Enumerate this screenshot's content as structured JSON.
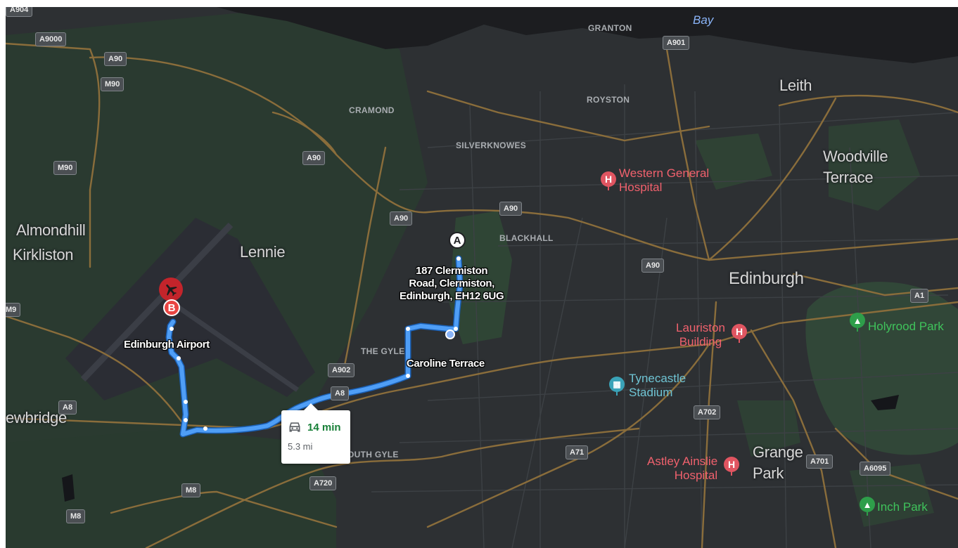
{
  "map": {
    "places": {
      "leith": "Leith",
      "woodville": "Woodville\nTerrace",
      "almondhill": "Almondhill",
      "kirkliston": "Kirkliston",
      "lennie": "Lennie",
      "edinburgh": "Edinburgh",
      "grange_park": "Grange\nPark",
      "newbridge": "ewbridge"
    },
    "districts": {
      "granton": "GRANTON",
      "royston": "ROYSTON",
      "cramond": "CRAMOND",
      "silverknowes": "SILVERKNOWES",
      "blackhall": "BLACKHALL",
      "the_gyle": "THE GYLE",
      "south_gyle": "OUTH GYLE"
    },
    "water": {
      "bay": "Bay"
    },
    "pois": {
      "western_general": "Western General\nHospital",
      "lauriston": "Lauriston\nBuilding",
      "astley_ainslie": "Astley Ainslie\nHospital",
      "tynecastle": "Tynecastle\nStadium",
      "holyrood": "Holyrood Park",
      "inch_park": "Inch Park"
    },
    "roads": {
      "a904": "A904",
      "a9000": "A9000",
      "a90_nw": "A90",
      "m90_top": "M90",
      "m90_left": "M90",
      "a90_cramond": "A90",
      "a90_mid": "A90",
      "a90_blackhall": "A90",
      "a90_east": "A90",
      "a901": "A901",
      "m9": "M9",
      "a8_west": "A8",
      "a902": "A902",
      "a8_mid": "A8",
      "a720": "A720",
      "m8_mid": "M8",
      "m8_low": "M8",
      "a71": "A71",
      "a702": "A702",
      "a701": "A701",
      "a6095": "A6095",
      "a1": "A1"
    },
    "route": {
      "origin_marker": "A",
      "origin_label": "187 Clermiston\nRoad, Clermiston,\nEdinburgh, EH12 6UG",
      "destination_marker": "B",
      "destination_label": "Edinburgh Airport",
      "waypoint_label": "Caroline Terrace",
      "duration": "14 min",
      "distance": "5.3 mi"
    },
    "icons": {
      "car": "car-icon",
      "hospital": "hospital-icon",
      "park": "tree-icon",
      "stadium": "stadium-icon",
      "airport": "airplane-icon"
    },
    "colors": {
      "route": "#4f9ef6",
      "hospital": "#e05561",
      "park": "#2e9e4a",
      "stadium": "#3aa3b8",
      "duration": "#188038"
    }
  }
}
